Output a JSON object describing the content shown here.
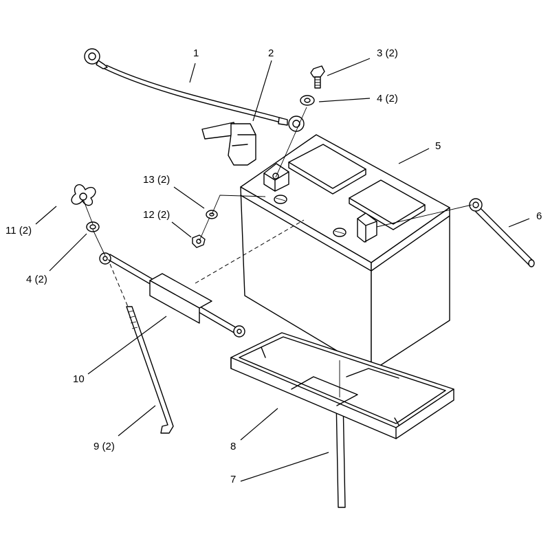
{
  "callouts": {
    "c1": "1",
    "c2": "2",
    "c3": "3 (2)",
    "c4a": "4 (2)",
    "c4b": "4 (2)",
    "c5": "5",
    "c6": "6",
    "c7": "7",
    "c8": "8",
    "c9": "9 (2)",
    "c10": "10",
    "c11": "11 (2)",
    "c12": "12 (2)",
    "c13": "13 (2)"
  }
}
